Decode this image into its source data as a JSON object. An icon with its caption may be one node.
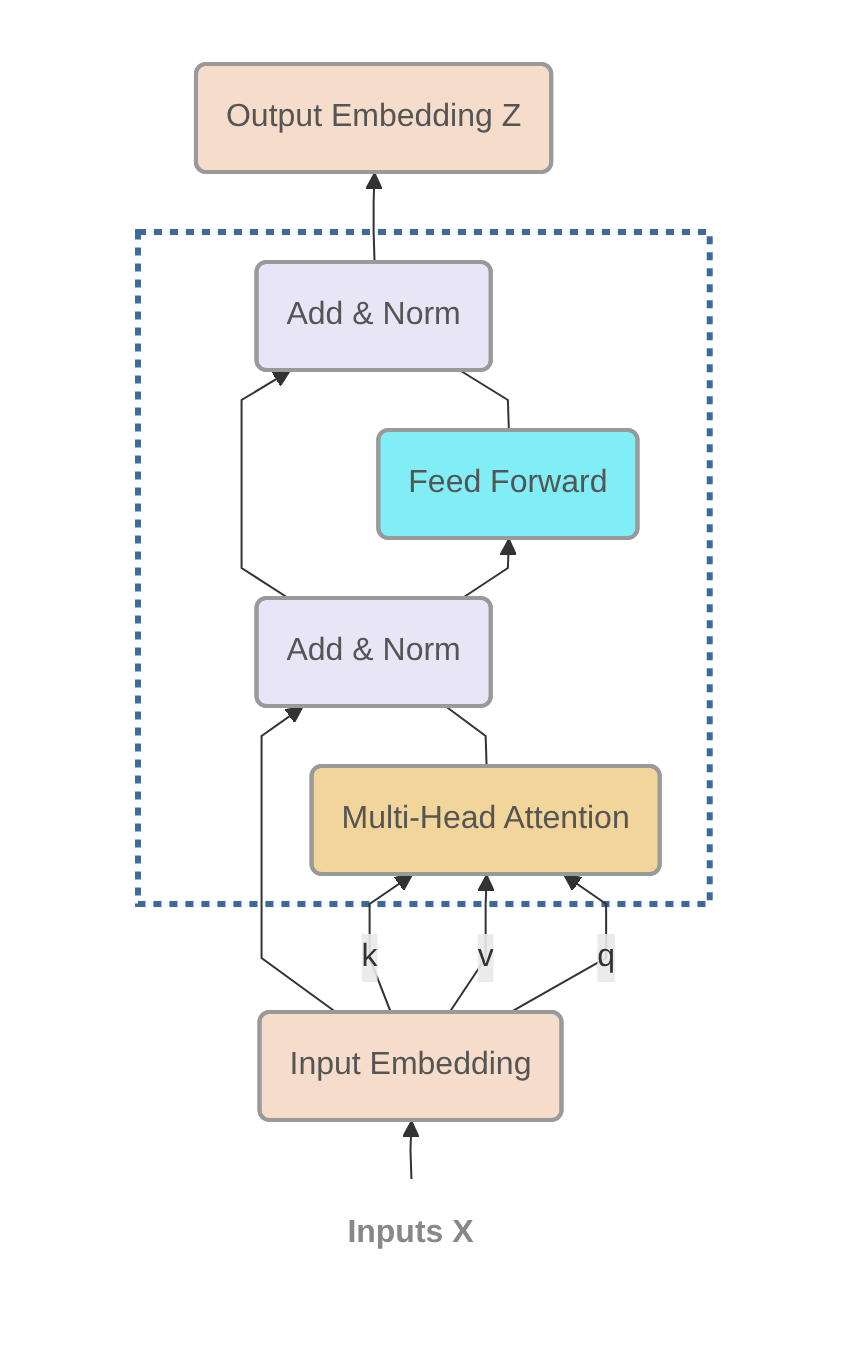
{
  "diagram": {
    "nodes": [
      {
        "text": [
          "Output Embedding Z"
        ]
      },
      {
        "text": [],
        "shape": "box"
      },
      {
        "text": [
          "Add & Norm"
        ],
        "in": 1
      },
      {
        "text": [
          "Feed Forward"
        ],
        "in": 1
      },
      {
        "text": [
          "Add & Norm"
        ],
        "in": 1
      },
      {
        "text": [
          "Multi-Head Attention"
        ],
        "in": 1
      },
      {
        "text": [
          "Input Embedding"
        ]
      },
      {
        "text": [
          "Inputs X"
        ]
      }
    ],
    "edges": [
      {
        "from": 7,
        "to": 6,
        "arrow": "to"
      },
      {
        "from": 6,
        "to": 5,
        "arrow": "to",
        "label": "k"
      },
      {
        "from": 6,
        "to": 5,
        "arrow": "to",
        "label": "v"
      },
      {
        "from": 6,
        "to": 5,
        "arrow": "to",
        "label": "q"
      },
      {
        "from": 6,
        "to": 4,
        "arrow": "to"
      },
      {
        "from": 5,
        "to": 4,
        "arrow": "none"
      },
      {
        "from": 4,
        "to": 3,
        "arrow": "to"
      },
      {
        "from": 4,
        "to": 2,
        "arrow": "to"
      },
      {
        "from": 3,
        "to": 2,
        "arrow": "none"
      },
      {
        "from": 2,
        "to": 0,
        "arrow": "to"
      }
    ]
  }
}
